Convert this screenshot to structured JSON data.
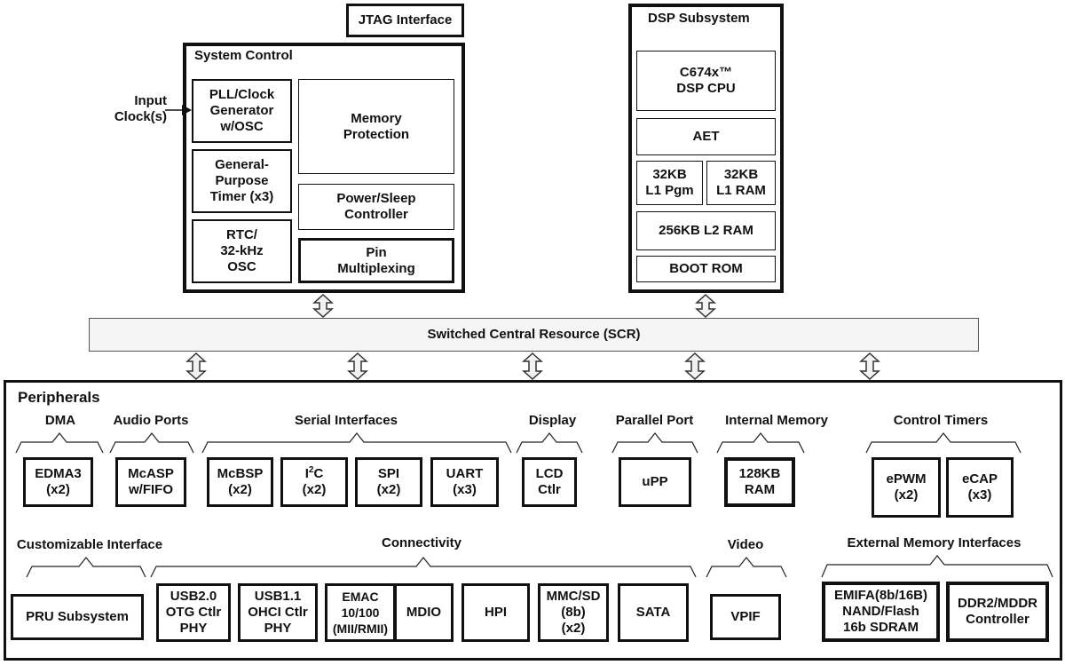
{
  "jtag": "JTAG Interface",
  "system_control": {
    "title": "System Control",
    "input_label": "Input\nClock(s)",
    "pll": "PLL/Clock\nGenerator\nw/OSC",
    "gp_timer": "General-\nPurpose\nTimer (x3)",
    "rtc": "RTC/\n32-kHz\nOSC",
    "memory_protection": "Memory\nProtection",
    "power_sleep": "Power/Sleep\nController",
    "pin_mux": "Pin\nMultiplexing"
  },
  "dsp": {
    "title": "DSP Subsystem",
    "cpu": "C674x™\nDSP CPU",
    "aet": "AET",
    "l1_pgm": "32KB\nL1 Pgm",
    "l1_ram": "32KB\nL1 RAM",
    "l2_ram": "256KB L2 RAM",
    "boot_rom": "BOOT ROM"
  },
  "scr": "Switched Central Resource (SCR)",
  "peripherals": {
    "title": "Peripherals",
    "groups": {
      "dma": "DMA",
      "audio": "Audio Ports",
      "serial": "Serial Interfaces",
      "display": "Display",
      "parallel": "Parallel Port",
      "internal_memory": "Internal Memory",
      "control_timers": "Control Timers",
      "custom": "Customizable Interface",
      "connectivity": "Connectivity",
      "video": "Video",
      "emi": "External Memory Interfaces"
    },
    "blocks": {
      "edma3": "EDMA3\n(x2)",
      "mcasp": "McASP\nw/FIFO",
      "mcbsp": "McBSP\n(x2)",
      "i2c_main": "I",
      "i2c_sup": "2",
      "i2c_rest": "C",
      "i2c_count": "(x2)",
      "spi": "SPI\n(x2)",
      "uart": "UART\n(x3)",
      "lcd": "LCD\nCtlr",
      "upp": "uPP",
      "ram128": "128KB\nRAM",
      "epwm": "ePWM\n(x2)",
      "ecap": "eCAP\n(x3)",
      "pru": "PRU Subsystem",
      "usb20": "USB2.0\nOTG Ctlr\nPHY",
      "usb11": "USB1.1\nOHCI Ctlr\nPHY",
      "emac": "EMAC\n10/100\n(MII/RMII)",
      "mdio": "MDIO",
      "hpi": "HPI",
      "mmcsd": "MMC/SD\n(8b)\n(x2)",
      "sata": "SATA",
      "vpif": "VPIF",
      "emifa": "EMIFA(8b/16B)\nNAND/Flash\n16b SDRAM",
      "ddr2": "DDR2/MDDR\nController"
    }
  }
}
